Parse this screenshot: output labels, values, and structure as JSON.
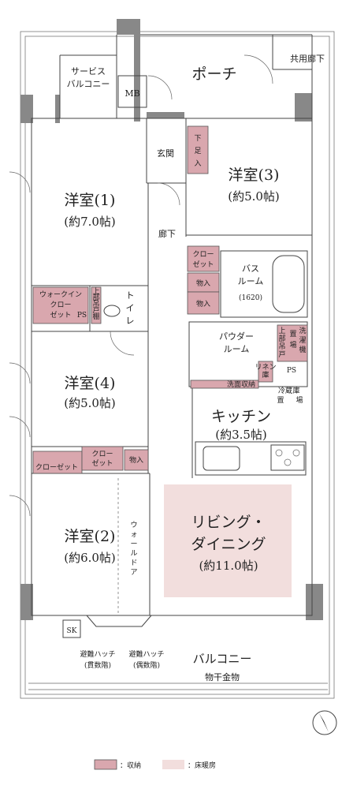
{
  "rooms": {
    "service_balcony_1": "サービス",
    "service_balcony_2": "バルコニー",
    "mb": "MB",
    "porch": "ポーチ",
    "common_corridor": "共用廊下",
    "entrance": "玄関",
    "shoe_1": "下",
    "shoe_2": "足",
    "shoe_3": "入",
    "western3_name": "洋室(3)",
    "western3_size": "(約5.0帖)",
    "western1_name": "洋室(1)",
    "western1_size": "(約7.0帖)",
    "hallway": "廊下",
    "closet_a": "クロー",
    "closet_b": "ゼット",
    "storage": "物入",
    "bath_1": "バス",
    "bath_2": "ルーム",
    "bath_size": "(1620)",
    "walkin_1": "ウォークイン",
    "walkin_2": "クロー",
    "walkin_3": "ゼット",
    "ps": "PS",
    "upper_shelf_1": "上",
    "upper_shelf_2": "部",
    "upper_shelf_3": "吊",
    "upper_shelf_4": "戸",
    "upper_shelf_5": "棚",
    "toilet_1": "ト",
    "toilet_2": "イ",
    "toilet_3": "レ",
    "powder_1": "パウダー",
    "powder_2": "ルーム",
    "laundry_1": "洗",
    "laundry_2": "濯",
    "laundry_3": "機",
    "placement_1": "置",
    "placement_2": "場",
    "linen_1": "リネン",
    "linen_2": "庫",
    "wash_storage": "洗面収納",
    "fridge_1": "冷蔵",
    "fridge_2": "庫",
    "fridge_3": "置",
    "fridge_4": "場",
    "western4_name": "洋室(4)",
    "western4_size": "(約5.0帖)",
    "kitchen_name": "キッチン",
    "kitchen_size": "(約3.5帖)",
    "closet_full": "クローゼット",
    "living_1": "リビング・",
    "living_2": "ダイニング",
    "living_size": "(約11.0帖)",
    "western2_name": "洋室(2)",
    "western2_size": "(約6.0帖)",
    "wall_door_1": "ウ",
    "wall_door_2": "ォ",
    "wall_door_3": "ー",
    "wall_door_4": "ル",
    "wall_door_5": "ド",
    "wall_door_6": "ア",
    "sk": "SK",
    "hatch1_1": "避難ハッチ",
    "hatch1_2": "(貫数階)",
    "hatch2_1": "避難ハッチ",
    "hatch2_2": "(偶数階)",
    "balcony": "バルコニー",
    "drying": "物干金物"
  },
  "legend": {
    "storage_label": "：収納",
    "heated_label": "：床暖房"
  },
  "colors": {
    "storage": "#d9a7ae",
    "heated_floor": "#f2dedd",
    "wall": "#888888"
  }
}
